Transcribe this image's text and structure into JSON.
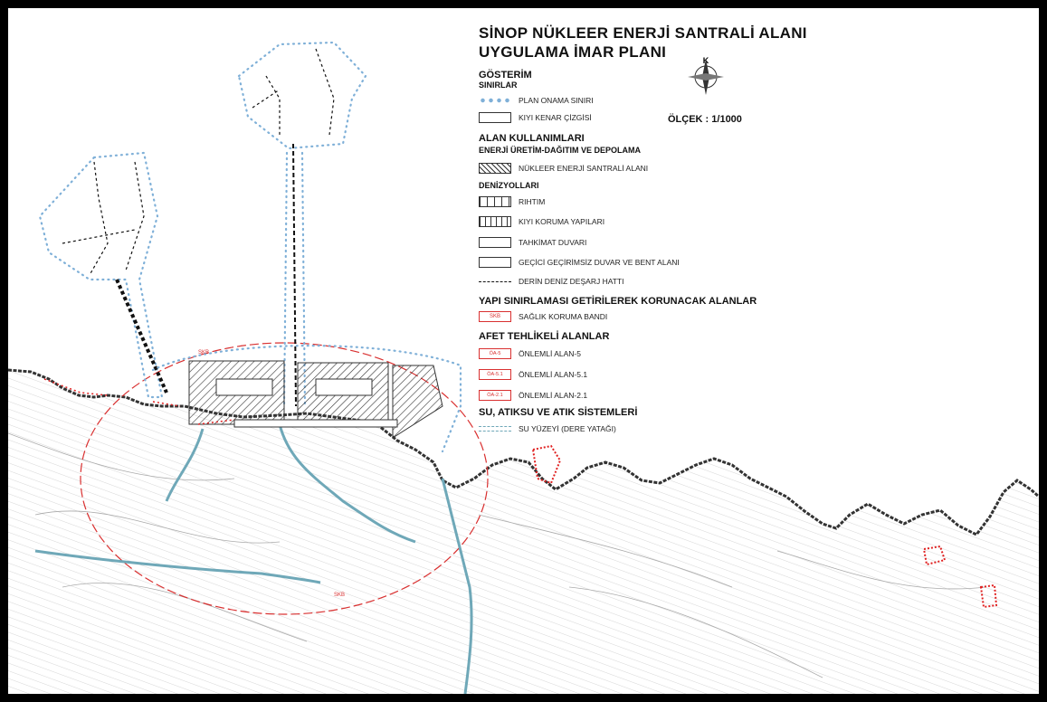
{
  "title": {
    "line1": "SİNOP NÜKLEER ENERJİ SANTRALİ ALANI",
    "line2": "UYGULAMA İMAR PLANI"
  },
  "north_label": "K",
  "scale": "ÖLÇEK : 1/1000",
  "legend": {
    "heading": "GÖSTERİM",
    "sinirlar": {
      "heading": "SINIRLAR",
      "items": [
        "PLAN ONAMA SINIRI",
        "KIYI KENAR ÇİZGİSİ"
      ]
    },
    "alan_kullanimlari": {
      "heading": "ALAN KULLANIMLARI",
      "enerji": {
        "heading": "ENERJİ ÜRETİM-DAĞITIM VE DEPOLAMA",
        "items": [
          "NÜKLEER ENERJİ SANTRALİ ALANI"
        ]
      },
      "denizyollari": {
        "heading": "DENİZYOLLARI",
        "items": [
          "RIHTIM",
          "KIYI KORUMA YAPILARI",
          "TAHKİMAT DUVARI",
          "GEÇİCİ GEÇİRİMSİZ DUVAR VE BENT ALANI",
          "DERİN DENİZ DEŞARJ HATTI"
        ]
      }
    },
    "yapi": {
      "heading": "YAPI SINIRLAMASI GETİRİLEREK KORUNACAK ALANLAR",
      "items": [
        "SAĞLIK KORUMA BANDI"
      ],
      "symbol_text": "SKB"
    },
    "afet": {
      "heading": "AFET TEHLİKELİ ALANLAR",
      "items": [
        "ÖNLEMLİ ALAN-5",
        "ÖNLEMLİ ALAN-5.1",
        "ÖNLEMLİ ALAN-2.1"
      ],
      "symbol_texts": [
        "ÖA-5",
        "ÖA-5.1",
        "ÖA-2.1"
      ]
    },
    "su": {
      "heading": "SU, ATIKSU VE ATIK SİSTEMLERİ",
      "items": [
        "SU YÜZEYİ (DERE YATAĞI)"
      ]
    }
  },
  "map_labels": {
    "skb": "SKB"
  },
  "colors": {
    "plan_boundary": "#7fb0d8",
    "health_band": "#d93030",
    "stream": "#6fa8b8",
    "coast": "#333333",
    "hazard": "#e02020"
  }
}
